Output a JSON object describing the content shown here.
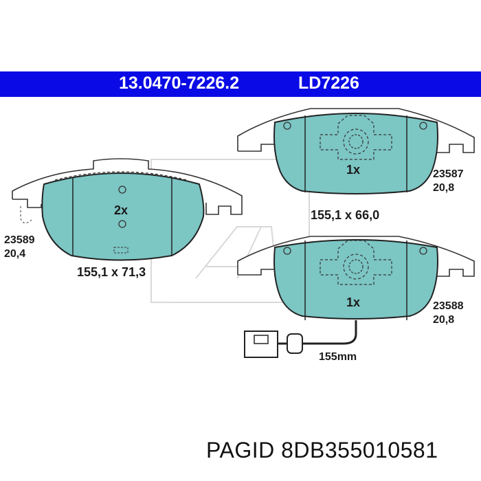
{
  "header": {
    "part_number": "13.0470-7226.2",
    "code": "LD7226"
  },
  "pads": [
    {
      "count": "2x",
      "ref": "23589",
      "thickness": "20,4",
      "dimensions": "155,1 x 71,3"
    },
    {
      "count": "1x",
      "ref": "23587",
      "thickness": "20,8",
      "dimensions": "155,1 x 66,0"
    },
    {
      "count": "1x",
      "ref": "23588",
      "thickness": "20,8"
    }
  ],
  "sensor": {
    "length": "155mm"
  },
  "footer": {
    "brand": "PAGID",
    "part": "8DB355010581"
  },
  "colors": {
    "header_bg": "#0a0ae6",
    "pad_fill": "#7cc6c4",
    "outline": "#333333"
  }
}
